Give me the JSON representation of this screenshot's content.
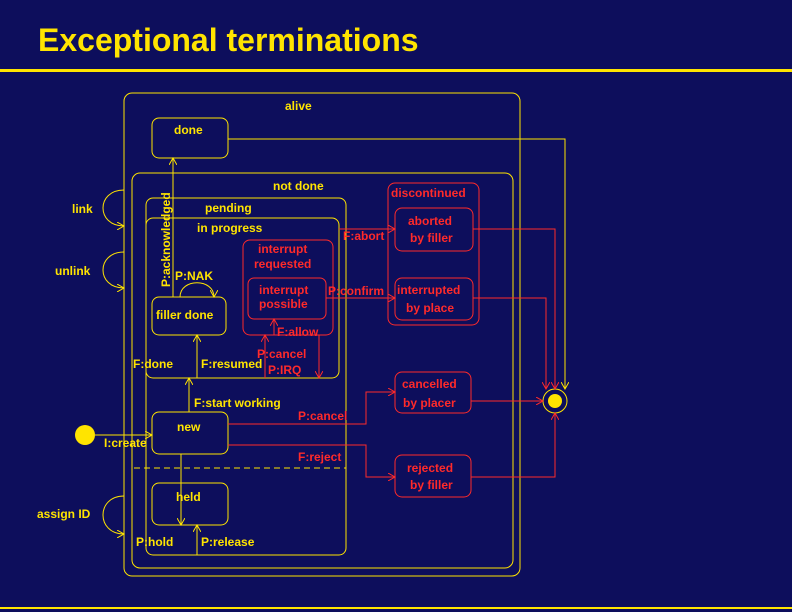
{
  "title": "Exceptional terminations",
  "colors": {
    "background": "#0d0e5c",
    "primary": "#ffe400",
    "exception": "#ff2a2a"
  },
  "states": {
    "alive": "alive",
    "done": "done",
    "not_done": "not done",
    "pending": "pending",
    "in_progress": "in progress",
    "filler_done": "filler done",
    "interrupt_requested_1": "interrupt",
    "interrupt_requested_2": "requested",
    "interrupt_possible_1": "interrupt",
    "interrupt_possible_2": "possible",
    "discontinued": "discontinued",
    "aborted_1": "aborted",
    "aborted_2": "by filler",
    "interrupted_1": "interrupted",
    "interrupted_2": "by place",
    "cancelled_1": "cancelled",
    "cancelled_2": "by placer",
    "rejected_1": "rejected",
    "rejected_2": "by filler",
    "new": "new",
    "held": "held"
  },
  "transitions": {
    "link": "link",
    "unlink": "unlink",
    "assign_id": "assign ID",
    "create": "I:create",
    "acknowledged": "P:acknowledged",
    "nak": "P:NAK",
    "done": "F:done",
    "resumed": "F:resumed",
    "start_working": "F:start working",
    "abort": "F:abort",
    "confirm": "P:confirm",
    "allow": "F:allow",
    "cancel_ip": "P:cancel",
    "irq": "P:IRQ",
    "cancel_new": "P:cancel",
    "reject": "F:reject",
    "hold": "P:hold",
    "release": "P:release"
  }
}
